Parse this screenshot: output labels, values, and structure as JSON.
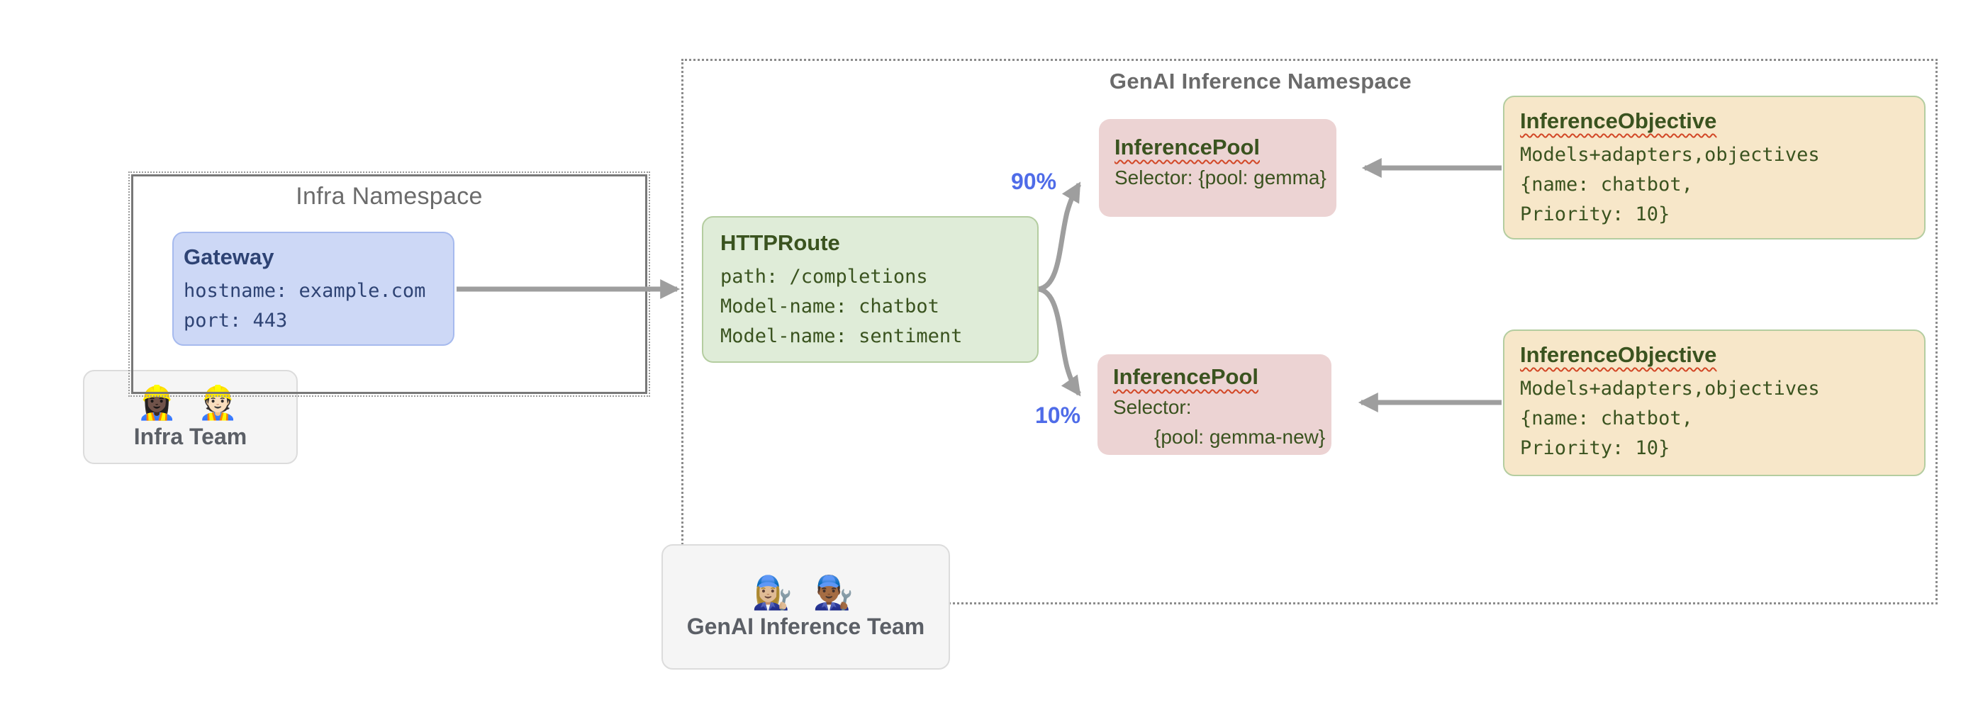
{
  "colors": {
    "arrow": "#9e9e9e",
    "percent": "#4f6ce8",
    "namespace_text": "#6b6b6b",
    "team_text": "#5b5f66",
    "gateway_fill": "#cdd8f6",
    "gateway_border": "#a6baee",
    "gateway_text": "#2e4374",
    "route_fill": "#dfecd8",
    "route_border": "#b4cda0",
    "green_text": "#3a531f",
    "pool_fill": "#ecd3d3",
    "objective_fill": "#f7e7c9",
    "objective_border": "#b4cda0",
    "team_fill": "#f5f5f5",
    "team_border": "#dcdcdc",
    "squiggle": "#d24726",
    "namespace_border": "#8c8c8c"
  },
  "infra_namespace": {
    "title": "Infra Namespace"
  },
  "genai_namespace": {
    "title": "GenAI Inference Namespace"
  },
  "gateway": {
    "title": "Gateway",
    "lines": [
      "hostname: example.com",
      "port: 443"
    ]
  },
  "httproute": {
    "title": "HTTPRoute",
    "lines": [
      "path: /completions",
      "Model-name: chatbot",
      "Model-name: sentiment"
    ]
  },
  "traffic_split": {
    "top_percent": "90%",
    "bottom_percent": "10%"
  },
  "inference_pool_top": {
    "title": "InferencePool",
    "lines": [
      "Selector: {pool: gemma}"
    ]
  },
  "inference_pool_bottom": {
    "title": "InferencePool",
    "lines": [
      "Selector:",
      "{pool: gemma-new}"
    ]
  },
  "inference_objective_top": {
    "title": "InferenceObjective",
    "lines": [
      "Models+adapters,objectives",
      "{name: chatbot,",
      "Priority: 10}"
    ]
  },
  "inference_objective_bottom": {
    "title": "InferenceObjective",
    "lines": [
      "Models+adapters,objectives",
      "{name: chatbot,",
      "Priority: 10}"
    ]
  },
  "infra_team": {
    "emojis": "👷🏿‍♀️ 👷🏻",
    "label": "Infra Team"
  },
  "genai_team": {
    "emojis": "👩🏼‍🔧 👨🏾‍🔧",
    "label": "GenAI Inference Team"
  }
}
